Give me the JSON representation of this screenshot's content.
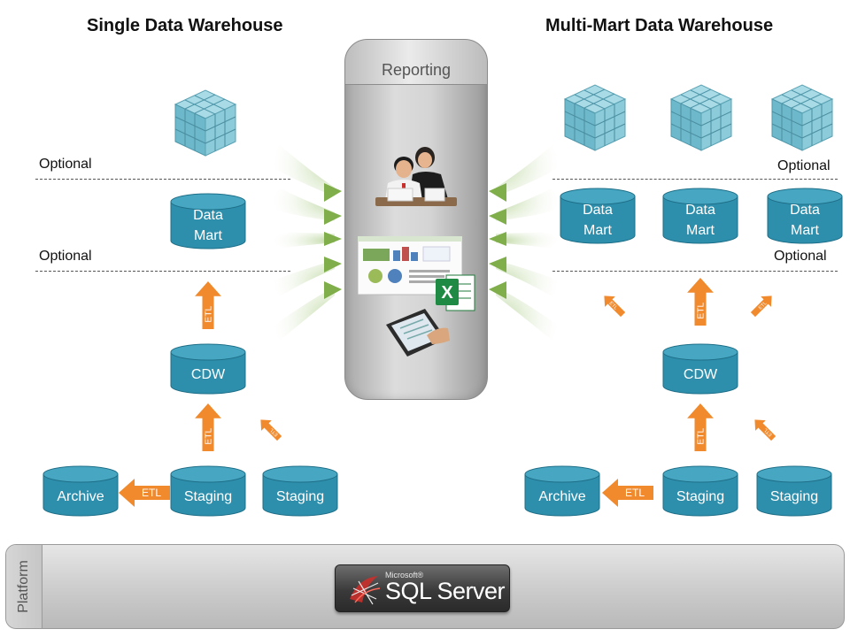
{
  "headings": {
    "left": "Single Data Warehouse",
    "right": "Multi-Mart Data Warehouse"
  },
  "reporting": {
    "title": "Reporting"
  },
  "labels": {
    "optional": "Optional",
    "data_mart": "Data Mart",
    "cdw": "CDW",
    "staging": "Staging",
    "archive": "Archive",
    "etl": "ETL"
  },
  "platform": {
    "side_label": "Platform",
    "vendor": "Microsoft®",
    "product": "SQL Server"
  },
  "colors": {
    "cylinder": "#2e8fad",
    "cylinder_dark": "#1e6f88",
    "cube": "#7fc3d3",
    "etl_arrow": "#f08a2c",
    "flow_arrow": "#7fae4a"
  },
  "icons": [
    "cube-icon",
    "reporting-people-icon",
    "dashboard-screenshot-icon",
    "excel-icon",
    "tablet-pen-icon",
    "sql-server-logo-icon"
  ]
}
